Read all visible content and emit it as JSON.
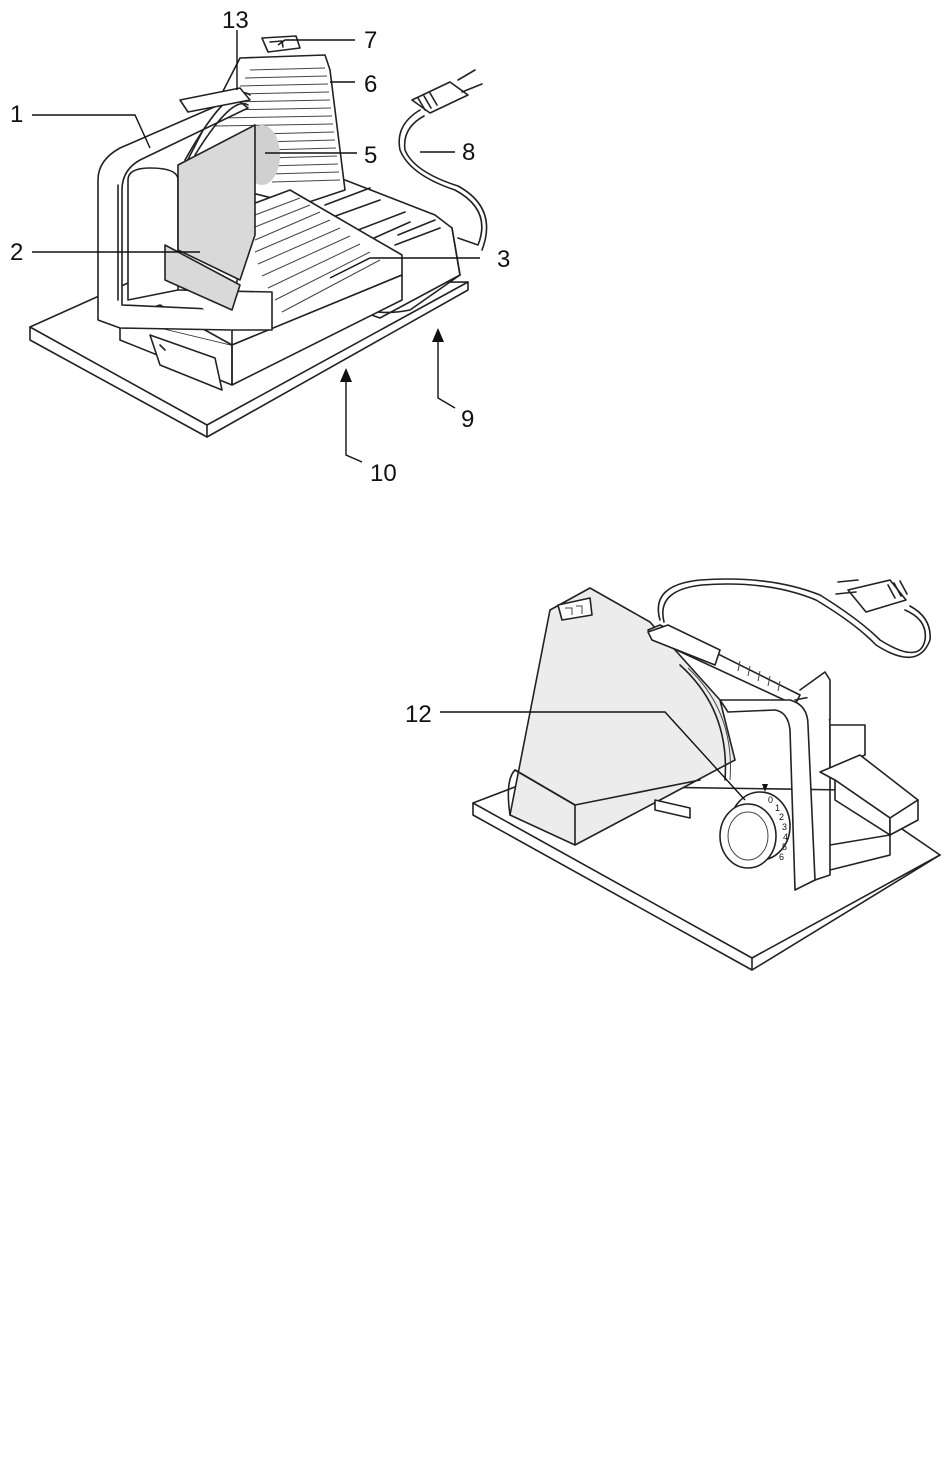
{
  "figure_top": {
    "labels": {
      "l1": "1",
      "l2": "2",
      "l3": "3",
      "l5": "5",
      "l6": "6",
      "l7": "7",
      "l8": "8",
      "l9": "9",
      "l10": "10",
      "l13": "13"
    }
  },
  "figure_bottom": {
    "labels": {
      "l12": "12"
    },
    "dial_marks": [
      "0",
      "1",
      "2",
      "3",
      "4",
      "5",
      "6"
    ]
  }
}
